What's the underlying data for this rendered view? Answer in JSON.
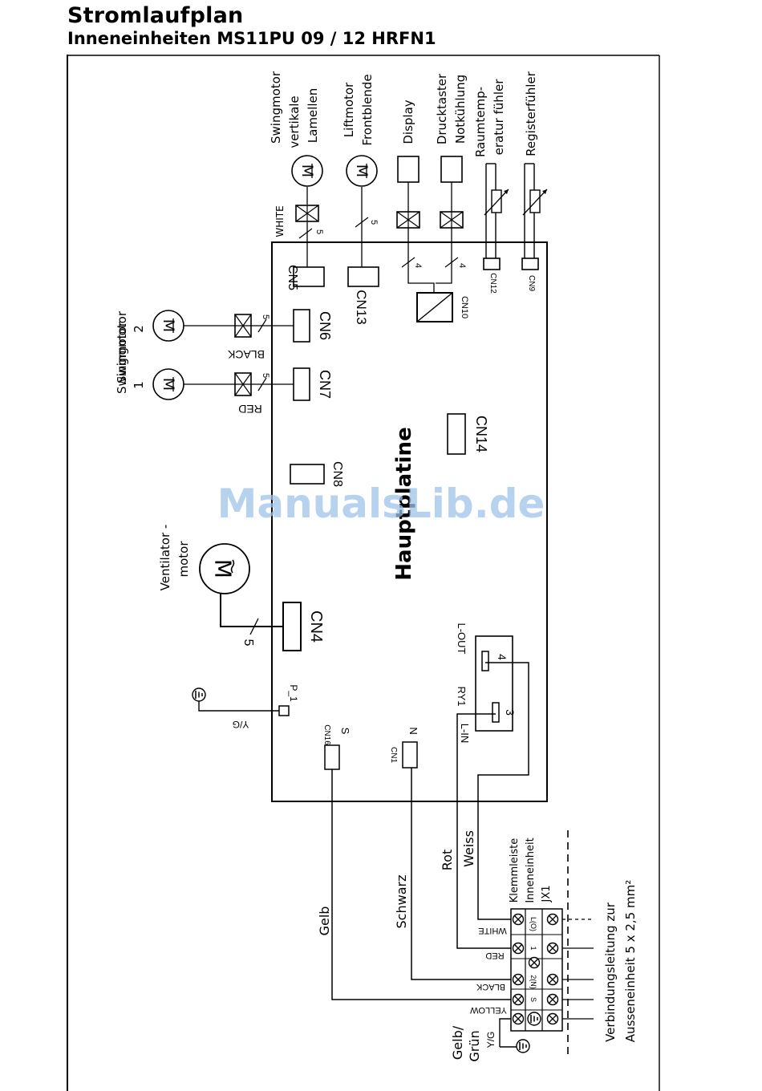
{
  "title": "Stromlaufplan",
  "subtitle": "Inneneinheiten MS11PU 09 / 12 HRFN1",
  "board": {
    "label": "Hauptplatine",
    "connectors": {
      "cn4": "CN4",
      "cn5": "CN5",
      "cn6": "CN6",
      "cn7": "CN7",
      "cn8": "CN8",
      "cn9": "CN9",
      "cn10": "CN10",
      "cn12": "CN12",
      "cn13": "CN13",
      "cn14": "CN14",
      "cn16": "CN16",
      "cn1": "CN1",
      "p1": "P_1",
      "ry1": "RY1",
      "lin": "L-IN",
      "lout": "L-OUT",
      "pin3": "3",
      "pin4": "4",
      "s": "S",
      "n": "N"
    }
  },
  "components": {
    "swing_vert": [
      "Swingmotor",
      "vertikale",
      "Lamellen"
    ],
    "liftmotor": [
      "Liftmotor",
      "Frontblende"
    ],
    "display": "Display",
    "druck": [
      "Drucktaster",
      "Notkühlung"
    ],
    "raum": [
      "Raumtemp-",
      "eratur fühler"
    ],
    "register": "Registerfühler",
    "swing2": [
      "Swingmotor",
      "2"
    ],
    "swing1": [
      "Swingmotor",
      "1"
    ],
    "vent": [
      "Ventilator -",
      "motor"
    ],
    "motor_symbol": "M"
  },
  "wire_labels": {
    "white_top": "WHITE",
    "black": "BLACK",
    "red": "RED",
    "yg": "Y/G",
    "n5": "5",
    "n4": "4",
    "n5b": "5"
  },
  "wires": {
    "gelb": "Gelb",
    "schwarz": "Schwarz",
    "rot": "Rot",
    "weiss": "Weiss",
    "gelbgruen": [
      "Gelb/",
      "Grün"
    ]
  },
  "terminal": {
    "caption": [
      "Klemmleiste",
      "Inneneinheit",
      "JX1"
    ],
    "rows": [
      {
        "wire": "WHITE",
        "term": "L(O)"
      },
      {
        "wire": "RED",
        "term": "1"
      },
      {
        "wire": "BLACK",
        "term": "2(N)"
      },
      {
        "wire": "YELLOW",
        "term": "S"
      },
      {
        "wire": "Y/G",
        "term": "⏚"
      }
    ]
  },
  "connection": [
    "Verbindungsleitung zur",
    "Ausseneinheit 5 x 2,5 mm²"
  ],
  "watermark": "ManualsLib.de"
}
